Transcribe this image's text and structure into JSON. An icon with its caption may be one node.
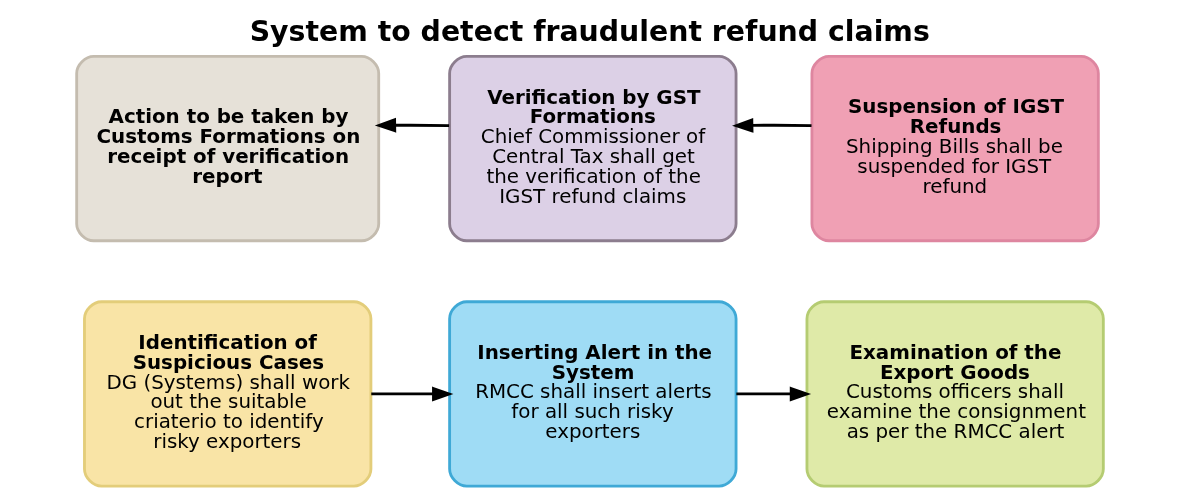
{
  "diagram": {
    "title": "System to detect fraudulent refund claims",
    "nodes": [
      {
        "text": [
          "Identification of Suspicious Cases",
          "DG (Systems) shall work out the suitable criaterio to identify risky exporters"
        ]
      },
      {
        "text": [
          "Inserting Alert in the System",
          "RMCC shall insert alerts for all such risky exporters"
        ]
      },
      {
        "text": [
          "Examination of the Export Goods",
          "Customs officers shall examine the consignment as per the RMCC alert"
        ]
      },
      {
        "text": [
          "Action to be taken by Customs Formations on receipt of verification report"
        ]
      },
      {
        "text": [
          "Verification by GST Formations",
          "Chief Commissioner of Central Tax shall get the verification of the IGST refund claims"
        ]
      },
      {
        "text": [
          "Suspension of IGST Refunds",
          "Shipping Bills shall be suspended for IGST refund"
        ]
      }
    ],
    "edges": [
      {
        "from": 0,
        "to": 1,
        "arrow": "to"
      },
      {
        "from": 1,
        "to": 2,
        "arrow": "to"
      },
      {
        "from": 5,
        "to": 4,
        "arrow": "to"
      },
      {
        "from": 4,
        "to": 3,
        "arrow": "to"
      }
    ]
  }
}
